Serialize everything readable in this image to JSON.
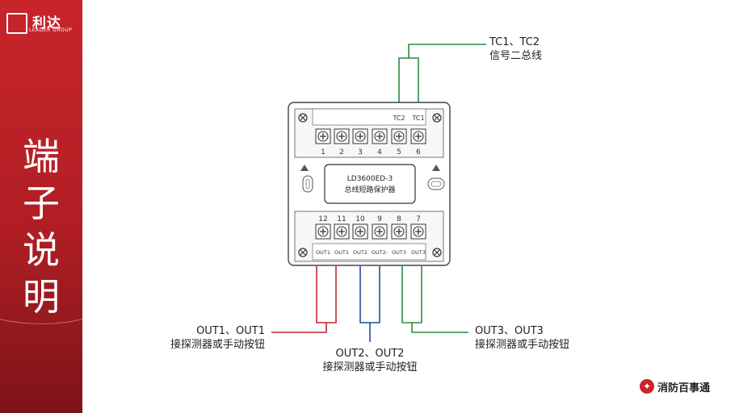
{
  "sidebar": {
    "logo_text": "利达",
    "logo_sub": "LEADER GROUP",
    "title_chars": [
      "端",
      "子",
      "说",
      "明"
    ]
  },
  "device": {
    "model": "LD3600ED-3",
    "name": "总线短路保护器",
    "top_labels": [
      "TC2",
      "TC1"
    ],
    "top_numbers": [
      "1",
      "2",
      "3",
      "4",
      "5",
      "6"
    ],
    "bottom_numbers": [
      "12",
      "11",
      "10",
      "9",
      "8",
      "7"
    ],
    "bottom_labels": [
      "OUT1",
      "OUT1",
      "OUT2",
      "OUT2-",
      "OUT3",
      "OUT3"
    ]
  },
  "callouts": {
    "tc": {
      "line1": "TC1、TC2",
      "line2": "信号二总线"
    },
    "out1": {
      "line1": "OUT1、OUT1",
      "line2": "接探测器或手动按钮"
    },
    "out2": {
      "line1": "OUT2、OUT2",
      "line2": "接探测器或手动按钮"
    },
    "out3": {
      "line1": "OUT3、OUT3",
      "line2": "接探测器或手动按钮"
    }
  },
  "brand": {
    "text": "消防百事通"
  },
  "colors": {
    "red_wire": "#c0272d",
    "blue_wire": "#1f4e9a",
    "green_wire": "#2e8b3a",
    "accent": "#c8242b"
  }
}
